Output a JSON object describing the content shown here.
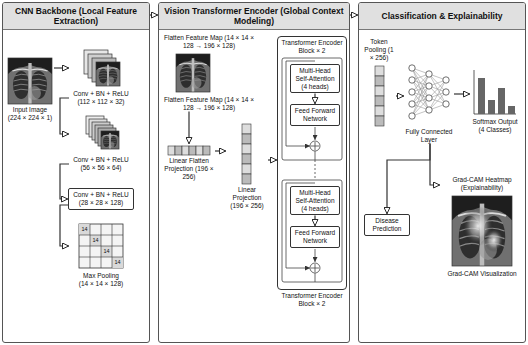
{
  "diagram": {
    "nodes": [
      {
        "text": [
          "CNN Backbone (Local Feature Extraction)"
        ]
      },
      {
        "text": [
          "Input Image (224 × 224 × 1)"
        ],
        "in": 0
      },
      {
        "text": [
          "Conv + BN + ReLU (112 × 112 × 32)"
        ],
        "in": 0
      },
      {
        "text": [
          "Conv + BN + ReLU (56 × 56 × 64)"
        ],
        "in": 0
      },
      {
        "text": [
          "Conv + BN + ReLU (28 × 28 × 128)"
        ],
        "in": 0
      },
      {
        "text": [
          "Max Pooling (14 × 14 × 128)"
        ],
        "in": 0
      },
      {
        "text": [
          "Vision Transformer Encoder (Global Context Modeling)"
        ]
      },
      {
        "text": [
          "Flatten Feature Map (14 × 14 × 128 → 196 × 128)"
        ],
        "in": 6
      },
      {
        "text": [
          "Flatten Feature Map (14 × 14 × 128 → 196 × 128)"
        ],
        "in": 6
      },
      {
        "text": [
          "Linear Flatten Projection (196 × 256)"
        ],
        "in": 6
      },
      {
        "text": [
          "Linear Projection (196 × 256)"
        ],
        "in": 6
      },
      {
        "text": [
          "Transformer Encoder Block × 2",
          "Transformer Encoder Block × 2"
        ],
        "in": 6
      },
      {
        "text": [
          "Multi-Head Self-Attention (4 heads)"
        ],
        "in": 11
      },
      {
        "text": [
          "Feed Forward Network"
        ],
        "in": 11
      },
      {
        "text": [
          "Multi-Head Self-Attention (4 heads)"
        ],
        "in": 11
      },
      {
        "text": [
          "Feed Forward Network"
        ],
        "in": 11
      },
      {
        "text": [
          "Classification & Explainability"
        ]
      },
      {
        "text": [
          "Token Pooling (1 × 256)"
        ],
        "in": 16
      },
      {
        "text": [
          "Fully Connected Layer"
        ],
        "in": 16
      },
      {
        "text": [
          "Softmax Output (4 Classes)"
        ],
        "in": 16
      },
      {
        "text": [
          "Disease Prediction"
        ],
        "in": 16
      },
      {
        "text": [
          "Grad-CAM Heatmap (Explainability)",
          "Grad-CAM Visualization"
        ],
        "in": 16
      }
    ],
    "edges": [
      {
        "from": 0,
        "to": 6,
        "arrow": "to"
      },
      {
        "from": 6,
        "to": 16,
        "arrow": "to"
      },
      {
        "from": 1,
        "to": 2,
        "arrow": "to"
      },
      {
        "from": 2,
        "to": 3,
        "arrow": "to"
      },
      {
        "from": 3,
        "to": 4,
        "arrow": "to"
      },
      {
        "from": 4,
        "to": 5,
        "arrow": "to"
      },
      {
        "from": 8,
        "to": 9,
        "arrow": "to"
      },
      {
        "from": 9,
        "to": 10,
        "arrow": "to"
      },
      {
        "from": 10,
        "to": 11,
        "arrow": "to"
      },
      {
        "from": 12,
        "to": 13,
        "arrow": "to"
      },
      {
        "from": 14,
        "to": 15,
        "arrow": "to"
      },
      {
        "from": 17,
        "to": 18,
        "arrow": "to"
      },
      {
        "from": 18,
        "to": 19,
        "arrow": "to"
      },
      {
        "from": 18,
        "to": 20,
        "arrow": "to"
      },
      {
        "from": 18,
        "to": 21,
        "arrow": "to"
      }
    ],
    "labels": [
      "14",
      "14",
      "14",
      "14"
    ]
  }
}
